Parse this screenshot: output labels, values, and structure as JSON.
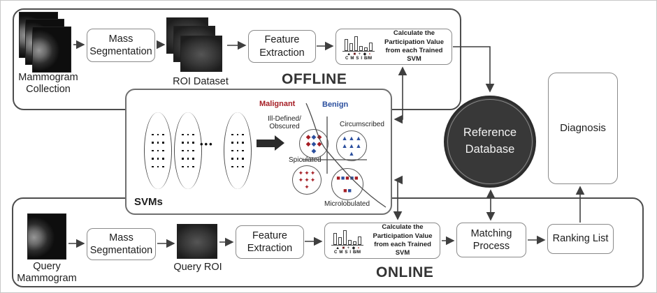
{
  "offline": {
    "section_label": "OFFLINE",
    "mammogram_collection_label": "Mammogram Collection",
    "mass_segmentation_label": "Mass Segmentation",
    "roi_dataset_label": "ROI Dataset",
    "feature_extraction_label": "Feature Extraction",
    "participation_label": "Calculate the Participation Value from each Trained SVM"
  },
  "online": {
    "section_label": "ONLINE",
    "query_mammogram_label": "Query Mammogram",
    "mass_segmentation_label": "Mass Segmentation",
    "query_roi_label": "Query ROI",
    "feature_extraction_label": "Feature Extraction",
    "participation_label": "Calculate the Participation Value from each Trained SVM",
    "matching_process_label": "Matching Process",
    "ranking_list_label": "Ranking List"
  },
  "reference_database": {
    "line1": "Reference",
    "line2": "Database"
  },
  "diagnosis_label": "Diagnosis",
  "svm": {
    "box_label": "SVMs",
    "separator_dots": "•••",
    "malignant_label": "Malignant",
    "benign_label": "Benign",
    "cluster_labels": {
      "ill_defined_line1": "Ill-Defined/",
      "ill_defined_line2": "Obscured",
      "circumscribed": "Circumscribed",
      "spiculated": "Spiculated",
      "microlobulated": "Microlobulated"
    },
    "ellipses": {
      "count": 3,
      "dot_rows": 5,
      "dot_cols": 3
    },
    "clusters": [
      {
        "id": "ill-defined",
        "glyph": "◆",
        "pattern": [
          "m",
          "b",
          "m",
          "m",
          "b",
          "m",
          "b"
        ]
      },
      {
        "id": "circumscribed",
        "glyph": "▲",
        "pattern": [
          "b",
          "b",
          "b",
          "b",
          "b",
          "b",
          "b"
        ]
      },
      {
        "id": "spiculated",
        "glyph": "✦",
        "pattern": [
          "m",
          "m",
          "m",
          "m",
          "m",
          "m",
          "m"
        ]
      },
      {
        "id": "microlobulated",
        "glyph": "■",
        "pattern": [
          "m",
          "b",
          "m",
          "b",
          "m",
          "m",
          "b"
        ]
      }
    ]
  },
  "participation_icon": {
    "bar_heights": [
      0.66,
      0.42,
      0.82,
      0.27,
      0.2,
      0.46
    ],
    "legend_markers": [
      {
        "glyph": "▲",
        "color": "#1a1a1a"
      },
      {
        "glyph": "■",
        "color": "#6d1f1f"
      },
      {
        "glyph": "+",
        "color": "#1a1a1a"
      },
      {
        "glyph": "◆",
        "color": "#1a1a1a"
      },
      {
        "glyph": "▪",
        "color": "#b02020"
      }
    ],
    "legend_letters": [
      "C",
      "M",
      "S",
      "I",
      "B/M"
    ]
  },
  "colors": {
    "malignant": "#a51d24",
    "benign": "#2b4f9e",
    "database_fill": "#383838",
    "line": "#3f3f3f"
  }
}
